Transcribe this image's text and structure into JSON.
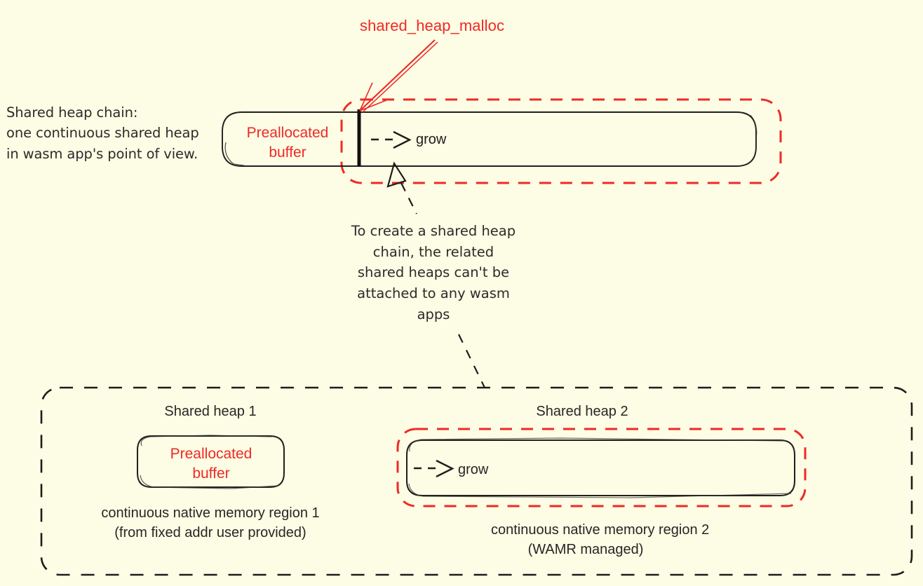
{
  "figure": {
    "background_color": "#FDFCE4",
    "accent_red": "#ED2A25",
    "ink": "#2b2b2b",
    "title_label": "shared_heap_malloc"
  },
  "top": {
    "chain_note": "Shared heap chain:\none continuous shared heap\nin wasm app's point of view.",
    "preallocated_buffer_label": "Preallocated\nbuffer",
    "grow_label": "grow",
    "callout_text": "To create a shared heap\nchain, the related\nshared heaps can't be\nattached to any wasm\napps"
  },
  "bottom": {
    "heap1": {
      "title": "Shared heap 1",
      "box_label": "Preallocated\nbuffer",
      "caption": "continuous native memory region 1\n(from fixed addr user provided)"
    },
    "heap2": {
      "title": "Shared heap 2",
      "grow_label": "grow",
      "caption": "continuous native memory region 2\n(WAMR managed)"
    }
  },
  "icons": {
    "grow_arrow": "dashed-arrow-right-icon",
    "callout_arrow": "callout-arrow-up-icon",
    "malloc_pointer": "red-pointer-arrow-icon"
  }
}
